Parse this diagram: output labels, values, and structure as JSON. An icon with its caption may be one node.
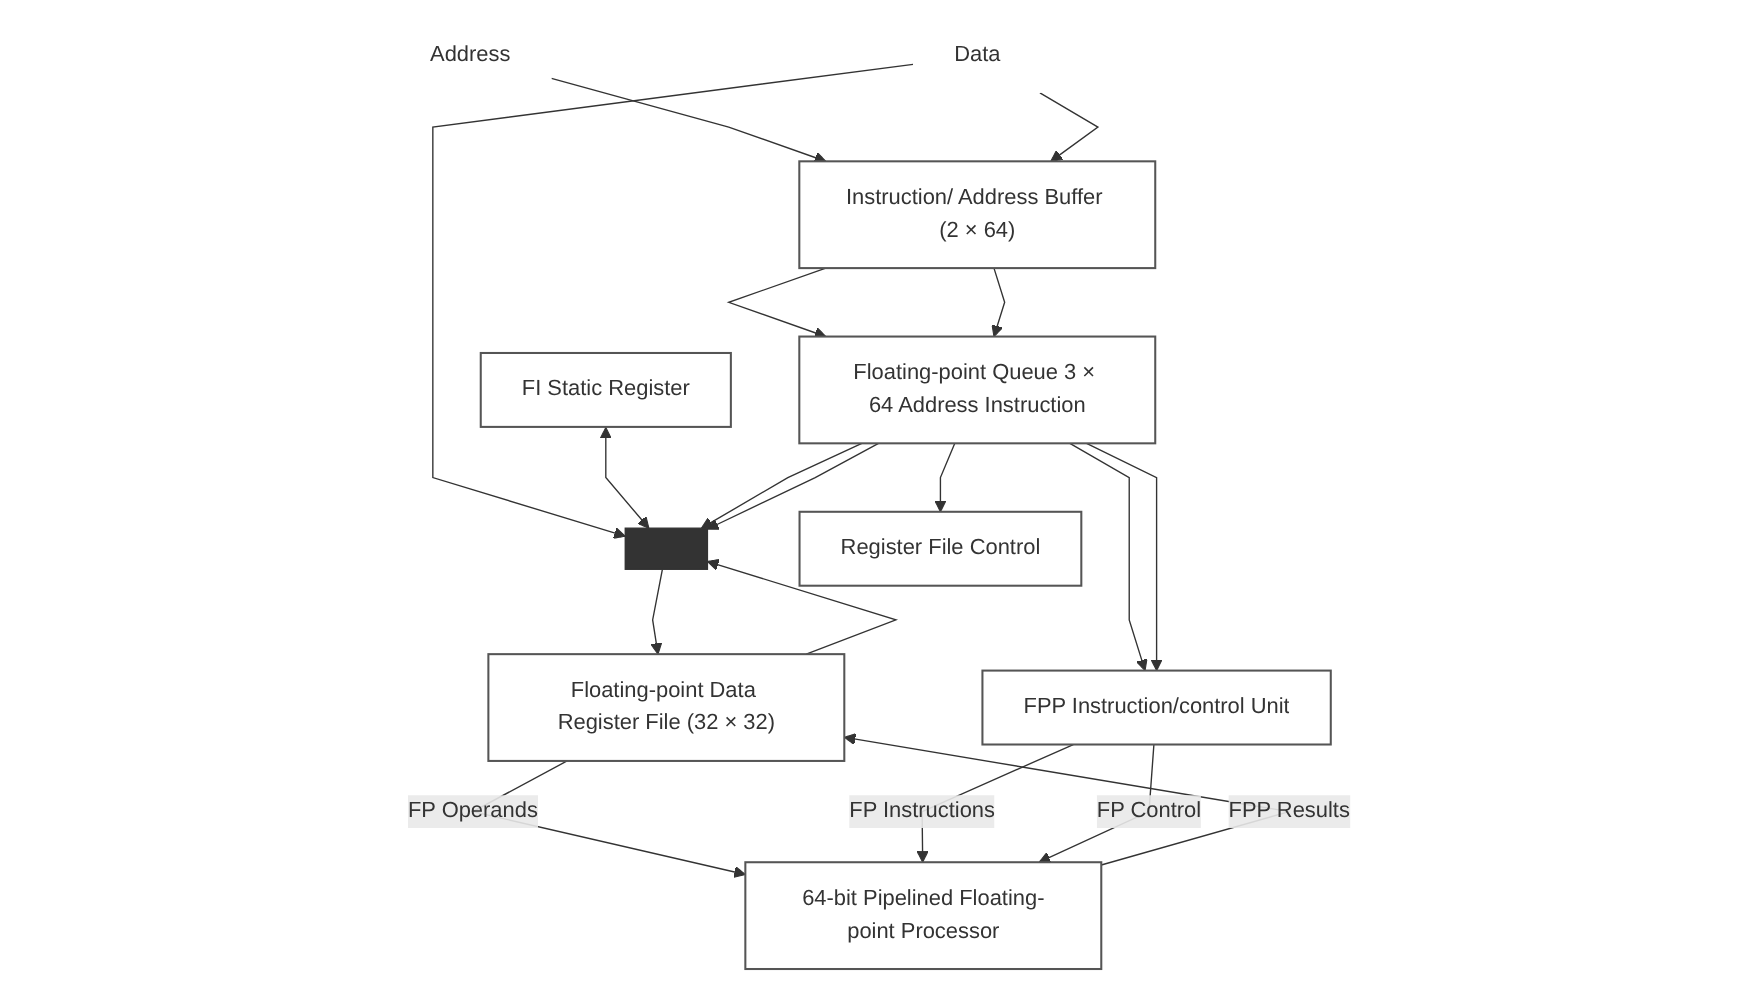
{
  "diagram": {
    "nodes": [
      {
        "text": [
          "Address"
        ]
      },
      {
        "text": [
          "Data"
        ]
      },
      {
        "text": [
          "FI Static Register"
        ]
      },
      {
        "text": [],
        "shape": "bar"
      },
      {
        "text": [
          "Instruction/ Address Buffer (2 × 64)"
        ]
      },
      {
        "text": [
          "Floating-point Queue 3 × 64 Address Instruction"
        ]
      },
      {
        "text": [
          "Floating-point Data Register File (32 × 32)"
        ]
      },
      {
        "text": [
          "64-bit Pipelined Floating-point Processor"
        ]
      },
      {
        "text": [
          "Register File Control"
        ]
      },
      {
        "text": [
          "FPP Instruction/control Unit"
        ]
      }
    ],
    "edges": [
      {
        "from": 0,
        "to": 4,
        "arrow": "to"
      },
      {
        "from": 1,
        "to": 3,
        "arrow": "to"
      },
      {
        "from": 1,
        "to": 4,
        "arrow": "to"
      },
      {
        "from": 2,
        "to": 3,
        "arrow": "both"
      },
      {
        "from": 3,
        "to": 6,
        "arrow": "to"
      },
      {
        "from": 4,
        "to": 5,
        "arrow": "to"
      },
      {
        "from": 4,
        "to": 5,
        "arrow": "to"
      },
      {
        "from": 5,
        "to": 3,
        "arrow": "to"
      },
      {
        "from": 5,
        "to": 3,
        "arrow": "to"
      },
      {
        "from": 6,
        "to": 3,
        "arrow": "to"
      },
      {
        "from": 6,
        "to": 7,
        "label": "FP Operands",
        "arrow": "to"
      },
      {
        "from": 7,
        "to": 6,
        "label": "FPP Results",
        "arrow": "to"
      },
      {
        "from": 5,
        "to": 8,
        "arrow": "to"
      },
      {
        "from": 5,
        "to": 9,
        "arrow": "to"
      },
      {
        "from": 5,
        "to": 9,
        "arrow": "to"
      },
      {
        "from": 9,
        "to": 7,
        "label": "FP Instructions",
        "arrow": "to"
      },
      {
        "from": 9,
        "to": 7,
        "label": "FP Control",
        "arrow": "to"
      }
    ]
  }
}
